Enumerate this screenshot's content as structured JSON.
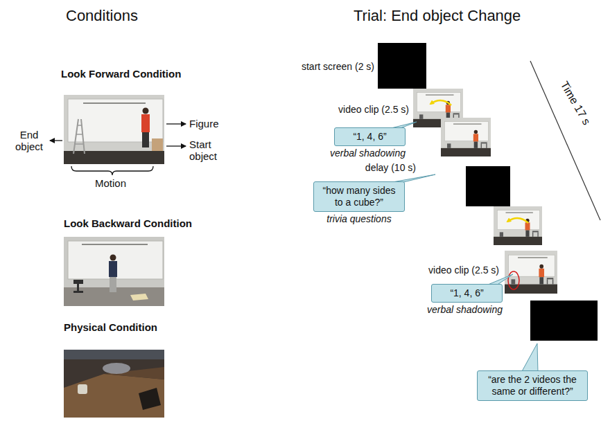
{
  "diagram": {
    "nodes": [
      {
        "text": [
          "“1, 4, 6”",
          "verbal shadowing"
        ]
      },
      {
        "text": [
          "“how many sides to a cube?”",
          "trivia questions"
        ]
      },
      {
        "text": [
          "“1, 4, 6”",
          "verbal shadowing"
        ]
      },
      {
        "text": [
          "“are the 2 videos the same or different?”"
        ]
      }
    ],
    "labels": [
      "Conditions",
      "Look Forward Condition",
      "End object",
      "Figure",
      "Start object",
      "Motion",
      "Look Backward Condition",
      "Physical Condition",
      "Trial: End object Change",
      "start screen (2 s)",
      "video clip (2.5 s)",
      "delay (10 s)",
      "video clip (2.5 s)",
      "Time 17 s"
    ]
  }
}
